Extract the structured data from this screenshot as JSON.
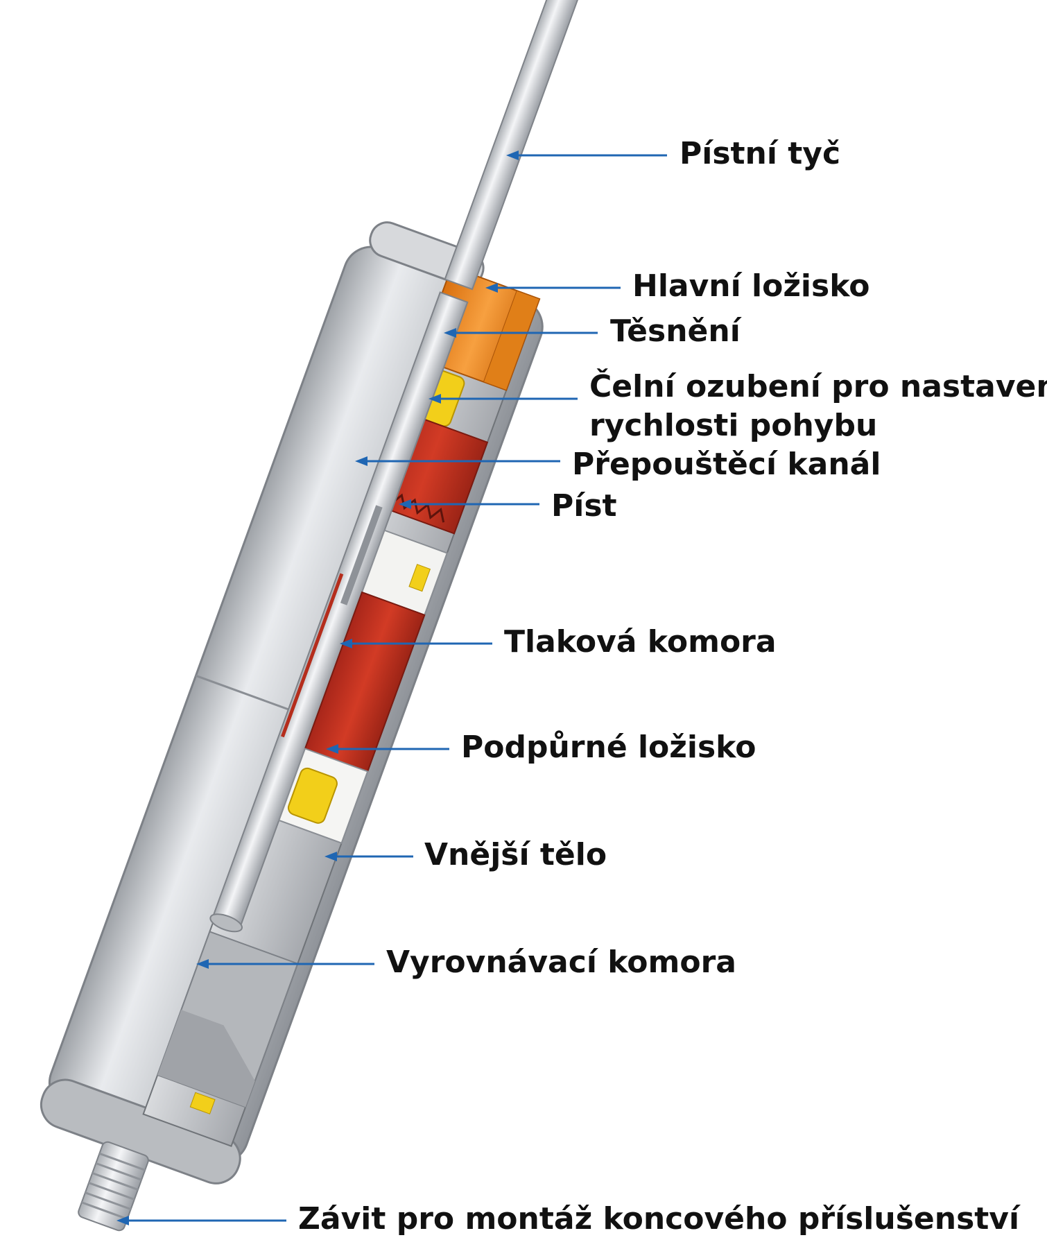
{
  "labels": {
    "pistni_tyc": "Pístní tyč",
    "hlavni_lozisko": "Hlavní ložisko",
    "tesneni": "Těsnění",
    "celni_ozubeni_1": "Čelní ozubení pro nastavení",
    "celni_ozubeni_2": "rychlosti pohybu",
    "prepousteci_kanal": "Přepouštěcí kanál",
    "pist": "Píst",
    "tlakova_komora": "Tlaková komora",
    "podpurne_lozisko": "Podpůrné ložisko",
    "vnejsi_telo": "Vnější tělo",
    "vyrovnavaci_komora": "Vyrovnávací komora",
    "zavit": "Závit pro montáž koncového příslušenství"
  },
  "colors": {
    "leader": "#1f66b3",
    "text": "#111111",
    "steel": "#c4c7cb",
    "bearing_orange": "#f08a1c",
    "chamber_red": "#c6321f",
    "seal_yellow": "#f2cf1a"
  }
}
